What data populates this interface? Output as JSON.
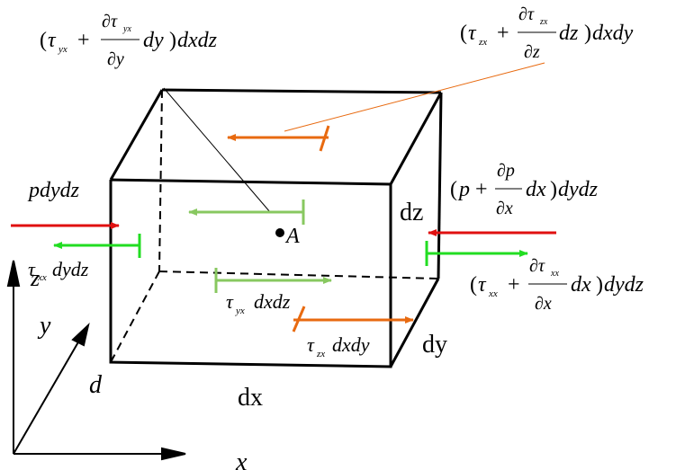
{
  "labels": {
    "p": "p",
    "dydz": "dydz",
    "tau": "τ",
    "xx": "xx",
    "yx": "yx",
    "zx": "zx",
    "dxdz": "dxdz",
    "dxdy": "dxdy",
    "dydz2": "dydz",
    "dz": "dz",
    "dy": "dy",
    "dx": "dx",
    "d": "d",
    "A": "A",
    "x_axis": "x",
    "y_axis": "y",
    "z_axis": "z",
    "plus": "+",
    "partial": "∂",
    "paren_open": "(",
    "paren_close": ")",
    "dy_var": "dy",
    "dz_var": "dz",
    "dx_var": "dx",
    "y_var": "y",
    "z_var": "z",
    "x_var": "x"
  },
  "colors": {
    "red": "#e01010",
    "green": "#22dd22",
    "light_green": "#88c860",
    "orange": "#e86a10",
    "black": "#000000"
  }
}
